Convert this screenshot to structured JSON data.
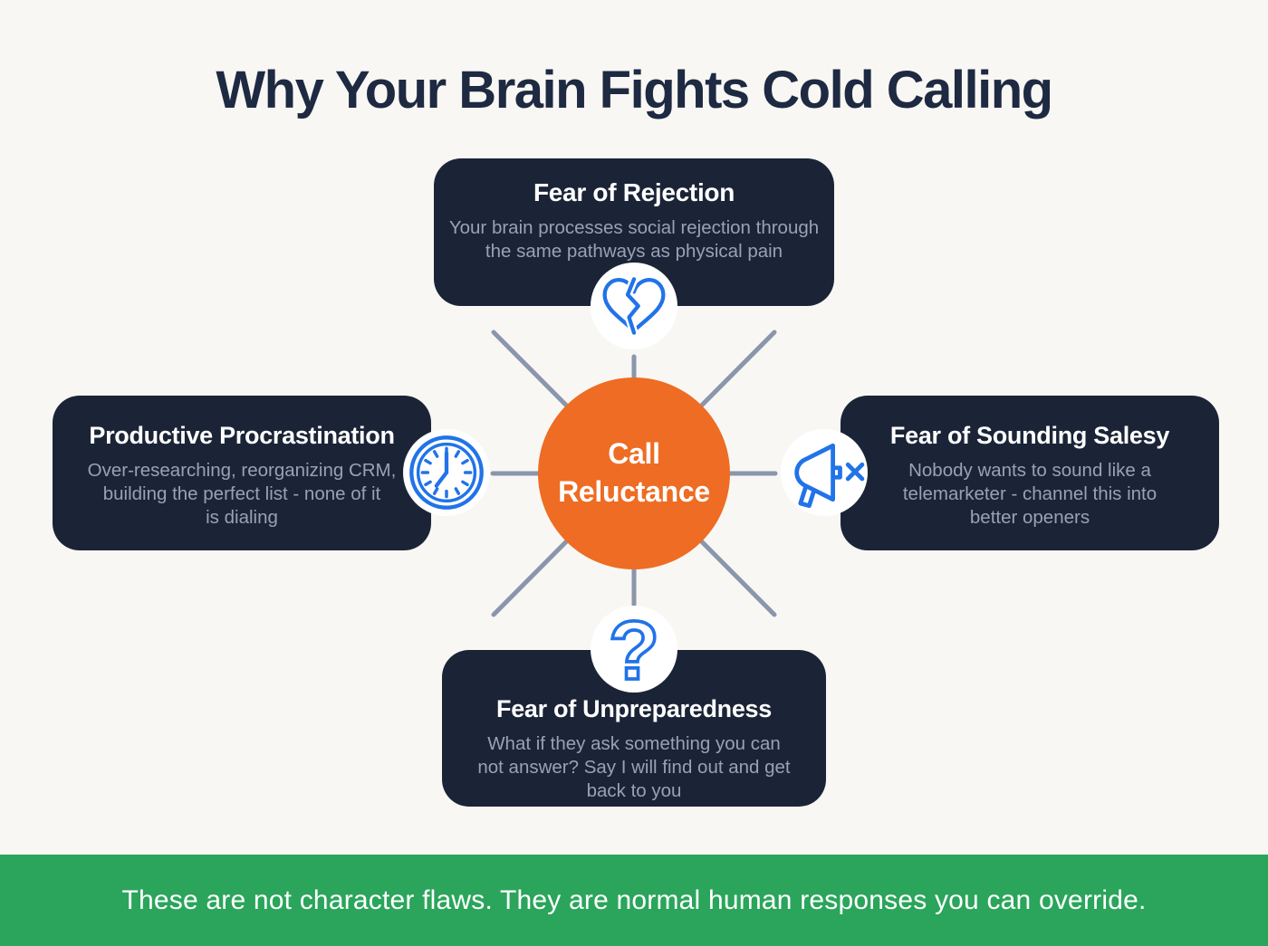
{
  "title": "Why Your Brain Fights Cold Calling",
  "center": {
    "label": "Call Reluctance",
    "line1": "Call",
    "line2": "Reluctance"
  },
  "nodes": {
    "top": {
      "title": "Fear of Rejection",
      "icon": "broken-heart-icon",
      "body": [
        "Your brain processes social rejection through",
        "the same pathways as physical pain"
      ]
    },
    "left": {
      "title": "Productive Procrastination",
      "icon": "clock-icon",
      "body": [
        "Over-researching, reorganizing CRM,",
        "building the perfect list - none of it",
        "is dialing"
      ]
    },
    "right": {
      "title": "Fear of Sounding Salesy",
      "icon": "megaphone-muted-icon",
      "body": [
        "Nobody wants to sound like a",
        "telemarketer - channel this into",
        "better openers"
      ]
    },
    "bottom": {
      "title": "Fear of Unpreparedness",
      "icon": "question-mark-icon",
      "body": [
        "What if they ask something you can",
        "not answer? Say I will find out and get",
        "back to you"
      ]
    }
  },
  "banner": {
    "text": "These are not character flaws. They are normal human responses you can override."
  },
  "colors": {
    "background": "#f8f7f3",
    "card_navy": "#1b2437",
    "card_title": "#ffffff",
    "card_body_text": "#98a2b4",
    "center_orange": "#ee6c23",
    "icon_blue": "#2173e8",
    "connector_slate": "#8a96ac",
    "banner_green": "#2aa55b",
    "banner_text": "#ffffff",
    "title_navy": "#1e2942"
  }
}
